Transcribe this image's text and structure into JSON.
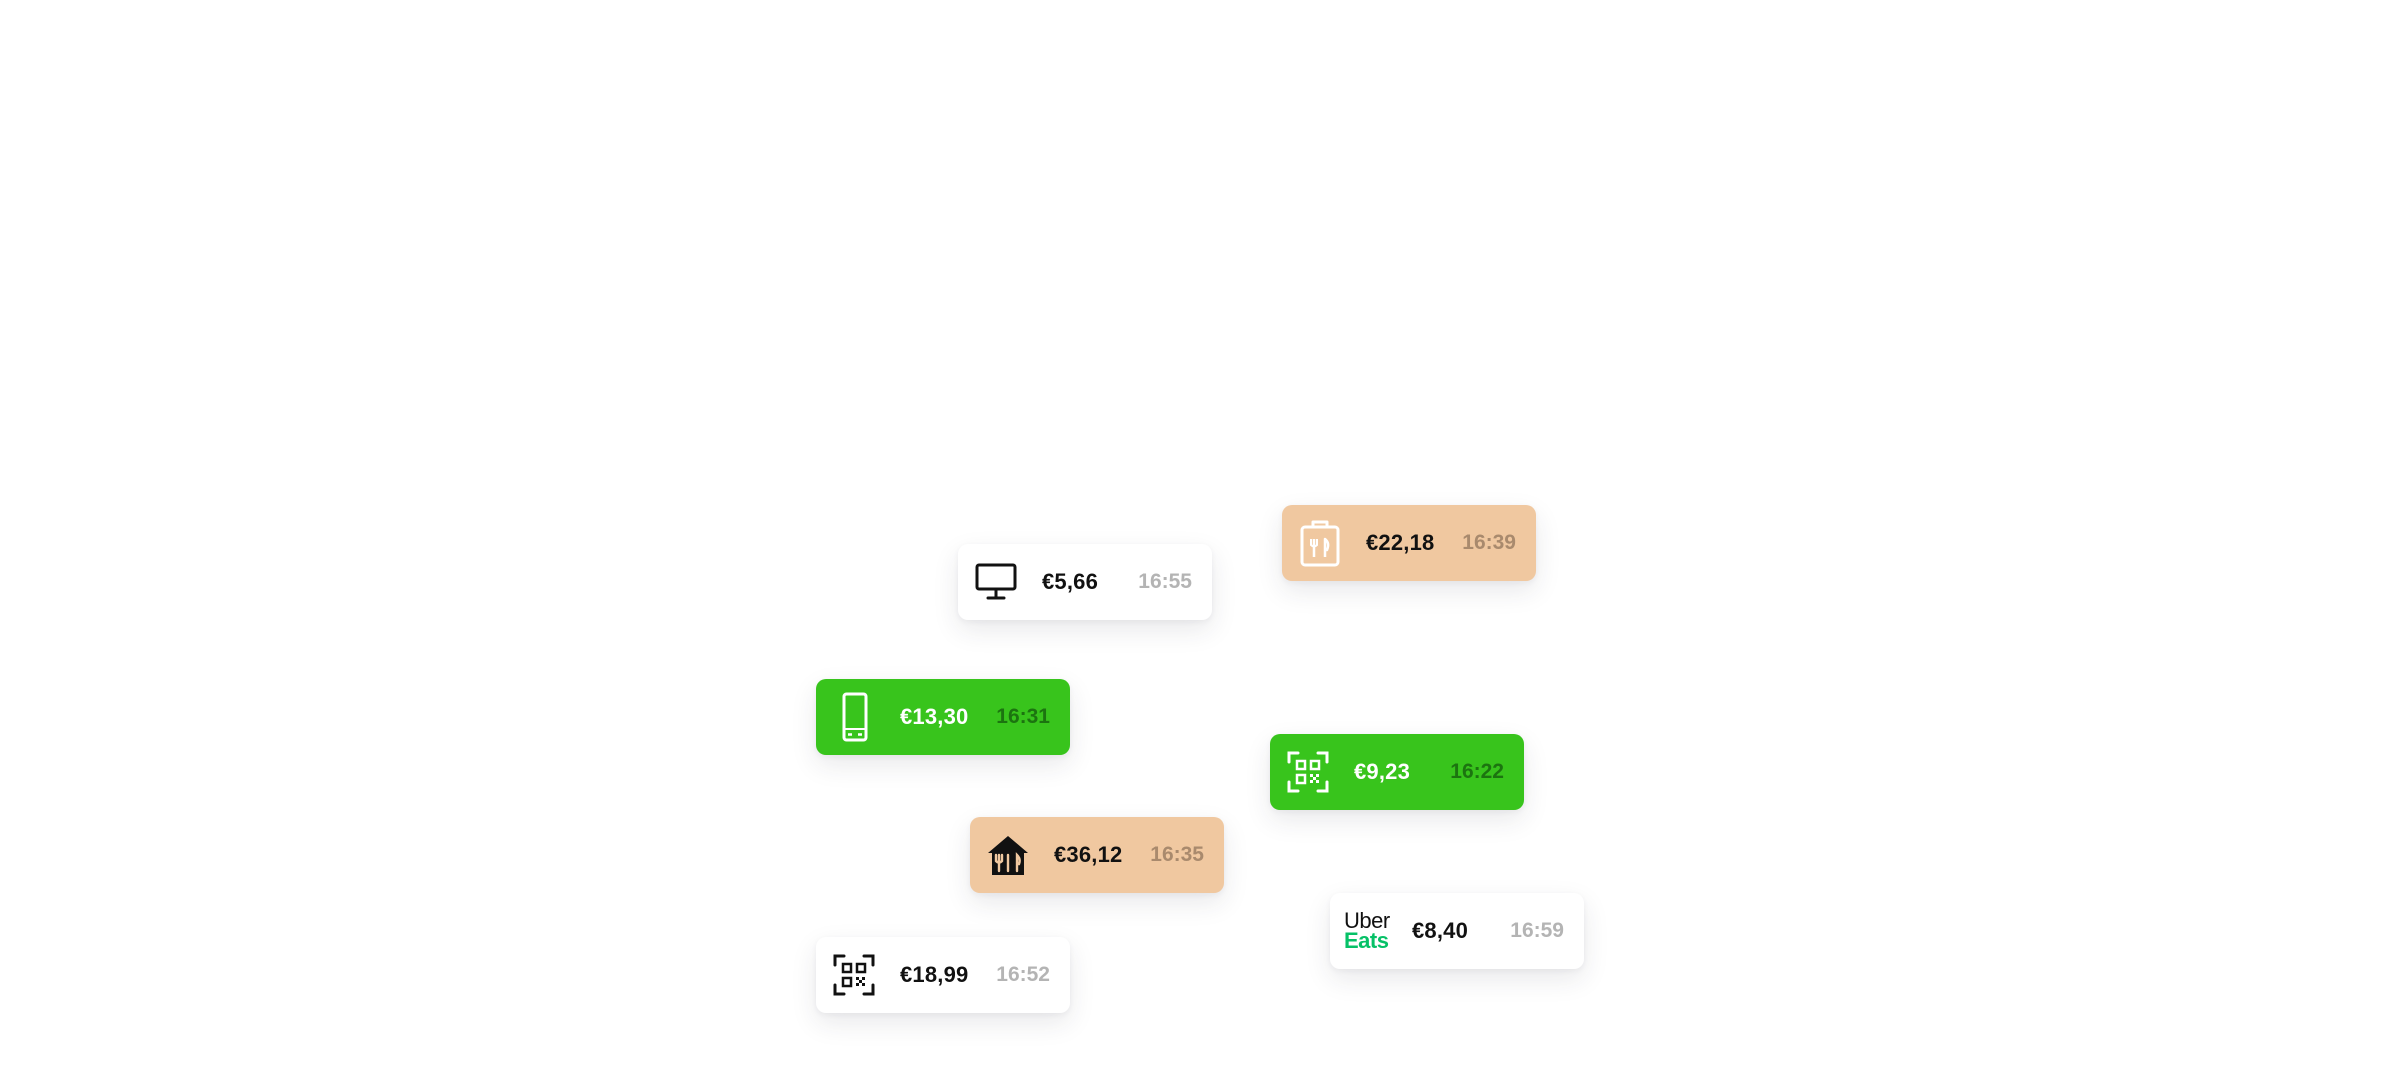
{
  "orders": [
    {
      "id": "kiosk",
      "amount": "€5,66",
      "time": "16:55",
      "icon": "monitor-icon"
    },
    {
      "id": "takeaway",
      "amount": "€22,18",
      "time": "16:39",
      "icon": "takeaway-bag-icon"
    },
    {
      "id": "mobile",
      "amount": "€13,30",
      "time": "16:31",
      "icon": "smartphone-icon"
    },
    {
      "id": "qr-green",
      "amount": "€9,23",
      "time": "16:22",
      "icon": "qr-code-icon"
    },
    {
      "id": "delivery",
      "amount": "€36,12",
      "time": "16:35",
      "icon": "delivery-house-icon"
    },
    {
      "id": "ubereats",
      "amount": "€8,40",
      "time": "16:59",
      "icon": "uber-eats-logo"
    },
    {
      "id": "qr-white",
      "amount": "€18,99",
      "time": "16:52",
      "icon": "qr-code-icon"
    }
  ],
  "uber_logo": {
    "line1": "Uber",
    "line2": "Eats"
  },
  "colors": {
    "green": "#38c41c",
    "peach": "#f0c8a0",
    "white": "#ffffff",
    "uber_green": "#06c167"
  }
}
